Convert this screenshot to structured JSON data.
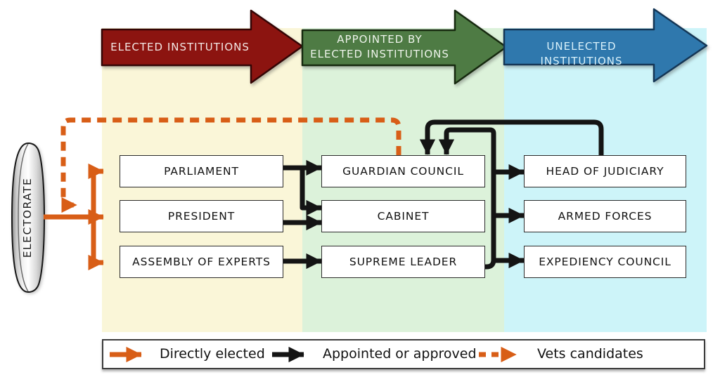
{
  "stages": [
    {
      "id": "elected",
      "label": "ELECTED INSTITUTIONS",
      "arrow_color": "#8c1410",
      "column_color": "#faf6d8"
    },
    {
      "id": "appointed",
      "label": "APPOINTED BY ELECTED INSTITUTIONS",
      "label_top": "APPOINTED BY",
      "label_bottom": "ELECTED INSTITUTIONS",
      "arrow_color": "#4e7b44",
      "column_color": "#dcf2da"
    },
    {
      "id": "unelected",
      "label": "UNELECTED INSTITUTIONS",
      "arrow_color": "#2f78ad",
      "column_color": "#cdf4f9"
    }
  ],
  "electorate_label": "ELECTORATE",
  "nodes": {
    "elected": [
      "PARLIAMENT",
      "PRESIDENT",
      "ASSEMBLY OF EXPERTS"
    ],
    "appointed": [
      "GUARDIAN COUNCIL",
      "CABINET",
      "SUPREME LEADER"
    ],
    "unelected": [
      "HEAD OF JUDICIARY",
      "ARMED FORCES",
      "EXPEDIENCY COUNCIL"
    ]
  },
  "legend": {
    "items": [
      {
        "label": "Directly elected",
        "style": "solid-orange"
      },
      {
        "label": "Appointed or approved",
        "style": "solid-black"
      },
      {
        "label": "Vets candidates",
        "style": "dashed-orange"
      }
    ]
  },
  "colors": {
    "directly_elected": "#d85e17",
    "appointed_or_approved": "#141414",
    "vets_candidates": "#d85e17"
  },
  "connections": [
    {
      "from": "ELECTORATE",
      "to": "PARLIAMENT",
      "type": "directly-elected"
    },
    {
      "from": "ELECTORATE",
      "to": "PRESIDENT",
      "type": "directly-elected"
    },
    {
      "from": "ELECTORATE",
      "to": "ASSEMBLY OF EXPERTS",
      "type": "directly-elected"
    },
    {
      "from": "PARLIAMENT",
      "to": "GUARDIAN COUNCIL",
      "type": "appointed-or-approved"
    },
    {
      "from": "PARLIAMENT",
      "to": "CABINET",
      "type": "appointed-or-approved"
    },
    {
      "from": "PRESIDENT",
      "to": "CABINET",
      "type": "appointed-or-approved"
    },
    {
      "from": "ASSEMBLY OF EXPERTS",
      "to": "SUPREME LEADER",
      "type": "appointed-or-approved"
    },
    {
      "from": "SUPREME LEADER",
      "to": "GUARDIAN COUNCIL",
      "type": "appointed-or-approved"
    },
    {
      "from": "SUPREME LEADER",
      "to": "HEAD OF JUDICIARY",
      "type": "appointed-or-approved"
    },
    {
      "from": "SUPREME LEADER",
      "to": "ARMED FORCES",
      "type": "appointed-or-approved"
    },
    {
      "from": "SUPREME LEADER",
      "to": "EXPEDIENCY COUNCIL",
      "type": "appointed-or-approved"
    },
    {
      "from": "HEAD OF JUDICIARY",
      "to": "GUARDIAN COUNCIL",
      "type": "appointed-or-approved"
    },
    {
      "from": "GUARDIAN COUNCIL",
      "to": "ELECTORATE",
      "type": "vets-candidates"
    }
  ]
}
